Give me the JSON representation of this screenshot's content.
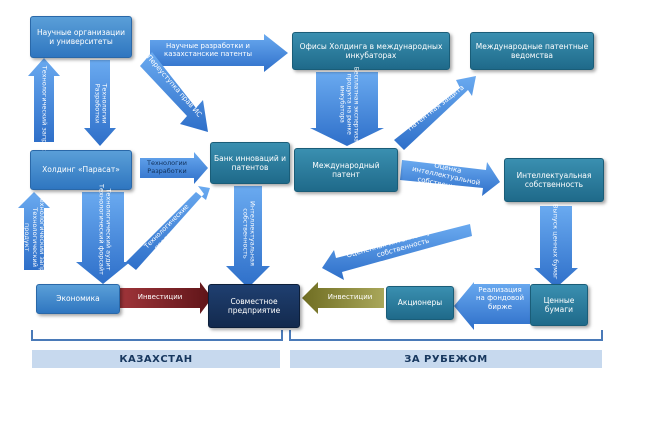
{
  "nodes": {
    "science_orgs": "Научные организации и университеты",
    "holding": "Холдинг «Парасат»",
    "ip_bank": "Банк инноваций и патентов",
    "economy": "Экономика",
    "joint_venture": "Совместное предприятие",
    "holding_offices": "Офисы Холдинга в международных инкубаторах",
    "intl_patent_offices": "Международные патентные ведомства",
    "intl_patent": "Международный патент",
    "ip_box": "Интеллектуальная собственность",
    "securities": "Ценные бумаги",
    "shareholders": "Акционеры"
  },
  "arrows": {
    "research_patents": "Научные разработки и казахстанские патенты",
    "tech_request_up": "Технологический запрос",
    "technologies_developments": "Технологии Разработки",
    "sale_of_ip": "Переуступка прав ИС",
    "technologies_developments_2": "Технологии Разработки",
    "tech_request_tech_market": "Технологический запрос Технологический продукт",
    "tech_audit": "Технологический аудит Технологический форсайт",
    "tech_proposals": "Технологические предложения",
    "ip_down": "Интеллектуальная собственность",
    "investments_left": "Инвестиции",
    "investments_right": "Инвестиции",
    "free_expertise": "Бесплатная экспертиза продукта на рынке инкубатора",
    "patent_protection": "Патентная защита",
    "ip_valuation": "Оценка интеллектуальной собственности",
    "securities_issue": "Выпуск ценных бумаг",
    "valued_ip": "Оцененная интеллектуальная собственность",
    "exchange_sale": "Реализация на фондовой бирже"
  },
  "bands": {
    "kazakhstan": "КАЗАХСТАН",
    "abroad": "ЗА РУБЕЖОМ"
  },
  "colors": {
    "arrow_blue": "#3c82d6",
    "box_teal": "#2a7da0",
    "investments_dark_red": "#7a1f24",
    "investments_olive": "#8c8a3a",
    "band": "#c7d9ee"
  }
}
